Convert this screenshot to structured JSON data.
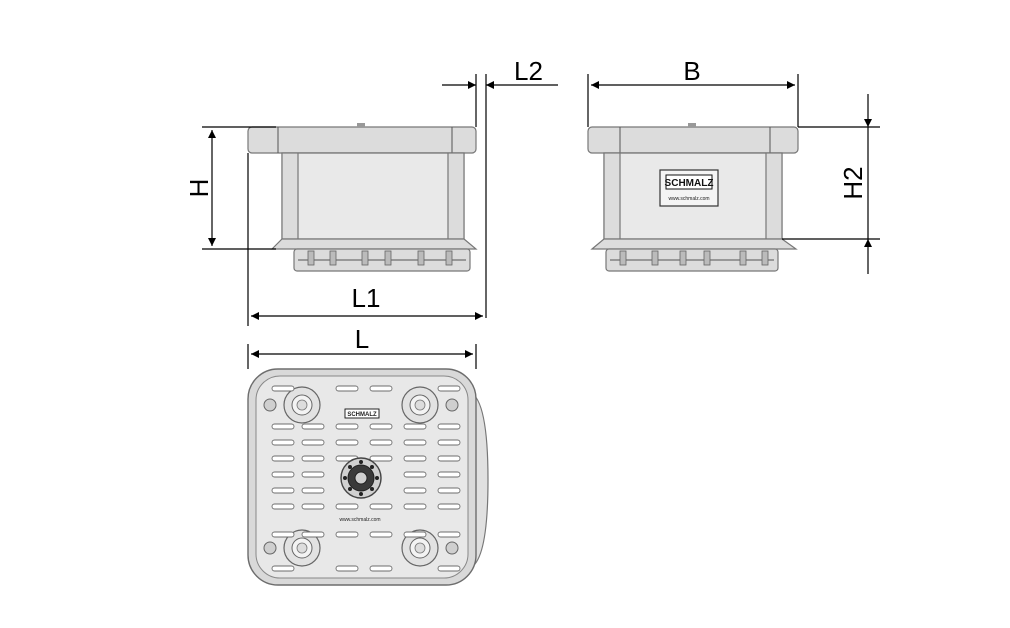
{
  "dimensions": {
    "L2": "L2",
    "B": "B",
    "H": "H",
    "H2": "H2",
    "L1": "L1",
    "L": "L"
  },
  "brand": {
    "logo": "SCHMALZ",
    "url": "www.schmalz.com"
  }
}
